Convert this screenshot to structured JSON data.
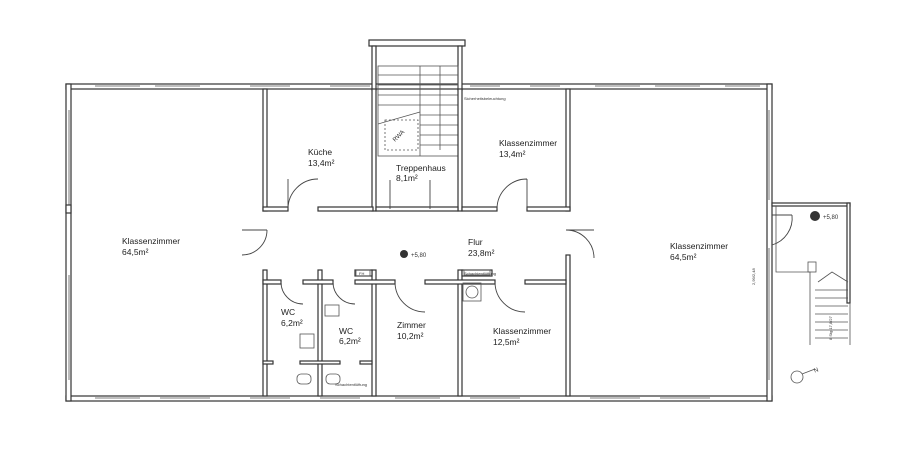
{
  "rooms": [
    {
      "name": "Klassenzimmer",
      "area": "64,5m²"
    },
    {
      "name": "Küche",
      "area": "13,4m²"
    },
    {
      "name": "Treppenhaus",
      "area": "8,1m²"
    },
    {
      "name": "Klassenzimmer",
      "area": "13,4m²"
    },
    {
      "name": "Klassenzimmer",
      "area": "64,5m²"
    },
    {
      "name": "Flur",
      "area": "23,8m²"
    },
    {
      "name": "WC",
      "area": "6,2m²"
    },
    {
      "name": "WC",
      "area": "6,2m²"
    },
    {
      "name": "Zimmer",
      "area": "10,2m²"
    },
    {
      "name": "Klassenzimmer",
      "area": "12,5m²"
    }
  ],
  "annotations": {
    "rwa": "RWA",
    "level_flur": "+5,80",
    "level_balcony": "+5,80",
    "stair_dims": "8 Stg 17,8/27",
    "door_dims": "2,99/2,48",
    "fh": "FH",
    "stair_note": "Sicherheitsbeleuchtung",
    "shaft_note": "Schachtentlüftung",
    "wc_note": "Schachtentlüftung",
    "north": "N"
  }
}
